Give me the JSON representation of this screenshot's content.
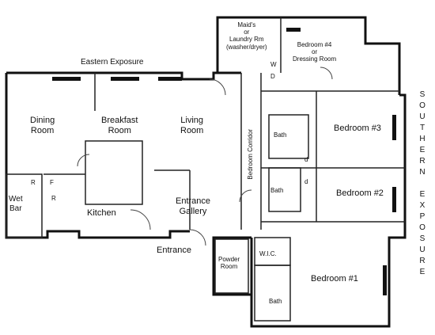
{
  "exposures": {
    "east": "Eastern Exposure",
    "south_letters": [
      "S",
      "O",
      "U",
      "T",
      "H",
      "E",
      "R",
      "N",
      " ",
      "E",
      "X",
      "P",
      "O",
      "S",
      "U",
      "R",
      "E"
    ]
  },
  "rooms": {
    "dining": [
      "Dining",
      "Room"
    ],
    "breakfast": [
      "Breakfast",
      "Room"
    ],
    "living": [
      "Living",
      "Room"
    ],
    "wet_bar": [
      "Wet",
      "Bar"
    ],
    "kitchen": "Kitchen",
    "entrance_gallery": [
      "Entrance",
      "Gallery"
    ],
    "entrance": "Entrance",
    "powder_room": [
      "Powder",
      "Room"
    ],
    "maids_room": [
      "Maid's",
      "or",
      "Laundry Rm",
      "(washer/dryer)"
    ],
    "bedroom4": [
      "Bedroom #4",
      "or",
      "Dressing Room"
    ],
    "bedroom3": "Bedroom #3",
    "bedroom2": "Bedroom #2",
    "bedroom1": "Bedroom #1",
    "bath_a": "Bath",
    "bath_b": "Bath",
    "bath_c": "Bath",
    "wic": "W.I.C.",
    "corridor": "Bedroom Corridor"
  },
  "fixtures": {
    "fridge_a": "R",
    "freezer": "F",
    "fridge_b": "R",
    "washer": "W",
    "dryer": "D",
    "closet_d1": "d",
    "closet_d2": "d"
  }
}
